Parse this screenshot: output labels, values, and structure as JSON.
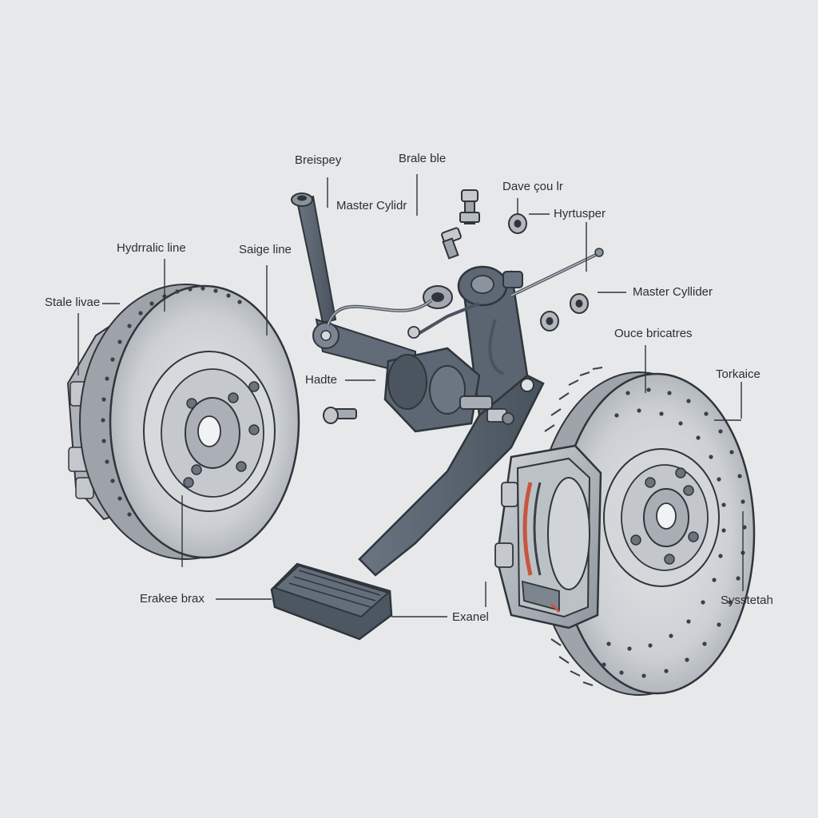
{
  "labels": {
    "breispey": "Breispey",
    "brale_ble": "Brale ble",
    "master_cylidr": "Master Cylidr",
    "dave_sou_lr": "Dave çou lr",
    "hyrtusper": "Hyrtusper",
    "master_cyllider": "Master Cyllider",
    "hydralic_line": "Hydrralic line",
    "saige_line": "Saige line",
    "stale_livae": "Stale livae",
    "oue_bricates": "Ouce bricatres",
    "hadte": "Hadte",
    "torkaice": "Torkaice",
    "erakee_brax": "Erakee brax",
    "exanel": "Exanel",
    "sysstetah": "Sysstetah"
  },
  "colors": {
    "background": "#e6e8ea",
    "rotor_light": "#d3d6d9",
    "rotor_mid": "#b4b9be",
    "metal_dark": "#5b6470",
    "pedal_arm": "#4f5a66",
    "outline": "#2f353b",
    "pad_accent": "#c8553f",
    "label_text": "#2b2f33"
  }
}
